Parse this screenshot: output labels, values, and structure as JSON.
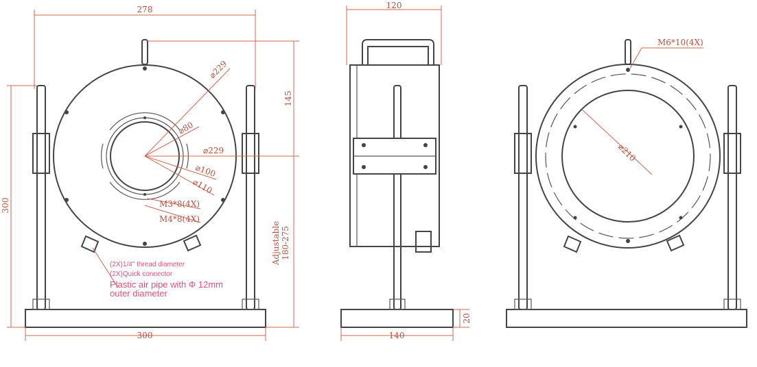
{
  "front_view": {
    "width_top": "278",
    "width_base": "300",
    "height_total": "300",
    "height_upper": "145",
    "adjustable_label": "Adjustable",
    "adjustable_range": "180-275",
    "dia_outer_diag": "⌀229",
    "dia_outer_horiz": "⌀229",
    "dia_80": "⌀80",
    "dia_100": "⌀100",
    "dia_110": "⌀110",
    "screw_m3": "M3*8(4X)",
    "screw_m4": "M4*8(4X)"
  },
  "notes": {
    "thread": "(2X)1/4\" thread diameter",
    "connector": "(2X)Quick connector",
    "pipe_line1": "Plastic air pipe with  Φ 12mm",
    "pipe_line2": "outer diameter"
  },
  "side_view": {
    "width_body": "120",
    "width_base": "140",
    "base_height": "20"
  },
  "back_view": {
    "screw_m6": "M6*10(4X)",
    "dia_210": "⌀210"
  },
  "colors": {
    "dimension": "#d2644f",
    "note": "#e0507a",
    "part": "#444444"
  }
}
